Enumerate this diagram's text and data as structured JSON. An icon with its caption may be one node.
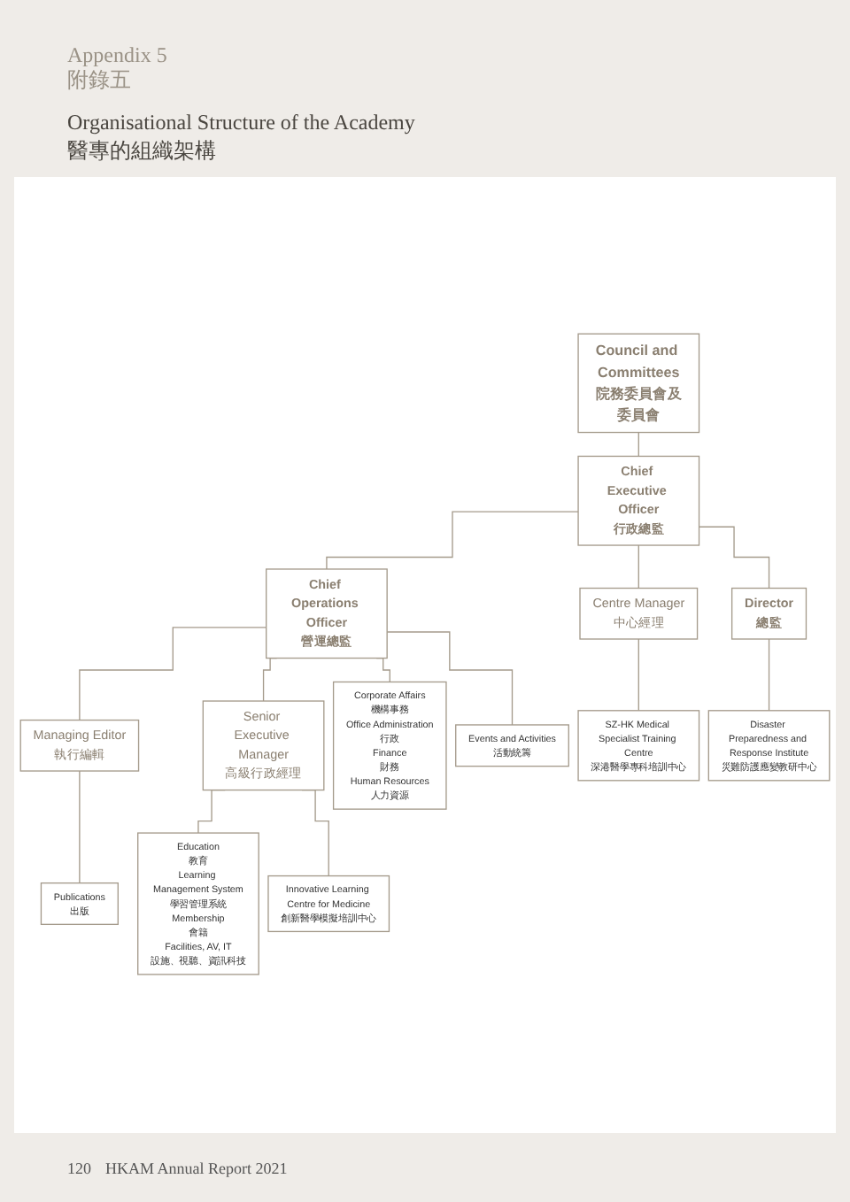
{
  "diagram": {
    "title": "Organisational Structure of the Academy",
    "nodes": [
      {
        "text": [
          "Council and Committees",
          "院務委員會及委員會"
        ]
      },
      {
        "text": [
          "Chief Executive Officer",
          "行政總監"
        ]
      },
      {
        "text": [
          "Chief Operations Officer",
          "營運總監"
        ]
      },
      {
        "text": [
          "Director",
          "總監"
        ]
      },
      {
        "text": [
          "Managing Editor",
          "執行編輯"
        ]
      },
      {
        "text": [
          "Senior Executive Manager",
          "高級行政經理"
        ]
      },
      {
        "text": [
          "Centre Manager",
          "中心經理"
        ]
      },
      {
        "text": [
          "Corporate Affairs",
          "機構事務",
          "Office Administration",
          "行政",
          "Finance",
          "財務",
          "Human Resources",
          "人力資源"
        ]
      },
      {
        "text": [
          "Publications",
          "出版"
        ]
      },
      {
        "text": [
          "Events and Activities",
          "活動統籌"
        ]
      },
      {
        "text": [
          "Education",
          "教育",
          "Learning Management System",
          "學習管理系統",
          "Membership",
          "會籍",
          "Facilities, AV, IT",
          "設施、視聽、資訊科技"
        ]
      },
      {
        "text": [
          "Innovative Learning Centre for Medicine",
          "創新醫學模擬培訓中心"
        ]
      },
      {
        "text": [
          "SZ-HK Medical Specialist Training Centre",
          "深港醫學專科培訓中心"
        ]
      },
      {
        "text": [
          "Disaster Preparedness and Response Institute",
          "災難防護應變教研中心"
        ]
      }
    ],
    "edges": [
      {
        "from": 0,
        "to": 1,
        "arrow": "none"
      },
      {
        "from": 1,
        "to": 2,
        "arrow": "none"
      },
      {
        "from": 1,
        "to": 6,
        "arrow": "none"
      },
      {
        "from": 1,
        "to": 3,
        "arrow": "none"
      },
      {
        "from": 2,
        "to": 7,
        "arrow": "none"
      },
      {
        "from": 2,
        "to": 4,
        "arrow": "none"
      },
      {
        "from": 2,
        "to": 9,
        "arrow": "none"
      },
      {
        "from": 2,
        "to": 5,
        "arrow": "none"
      },
      {
        "from": 4,
        "to": 8,
        "arrow": "none"
      },
      {
        "from": 5,
        "to": 10,
        "arrow": "none"
      },
      {
        "from": 5,
        "to": 11,
        "arrow": "none"
      },
      {
        "from": 6,
        "to": 12,
        "arrow": "none"
      },
      {
        "from": 3,
        "to": 13,
        "arrow": "none"
      }
    ],
    "labels": [
      "Appendix 5",
      "附錄五",
      "醫專的組織架構",
      "120",
      "HKAM Annual Report 2021"
    ]
  }
}
